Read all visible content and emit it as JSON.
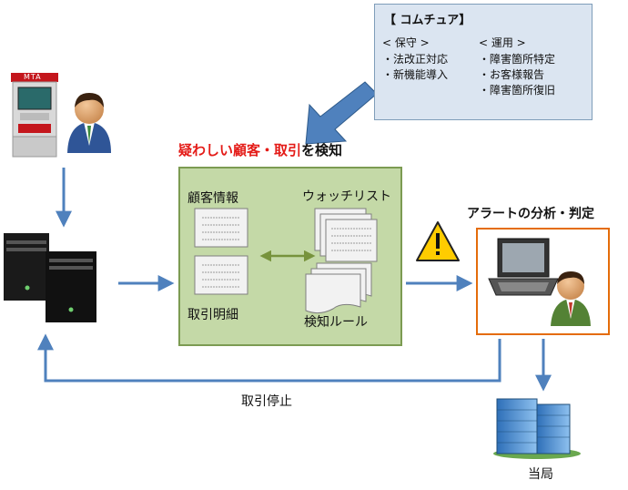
{
  "info_box": {
    "title": "【 コムチュア】",
    "maintenance_heading": "< 保守 >",
    "maintenance_items": [
      "・法改正対応",
      "・新機能導入"
    ],
    "operation_heading": "< 運用 >",
    "operation_items": [
      "・障害箇所特定",
      "・お客様報告",
      "・障害箇所復旧"
    ]
  },
  "headline": {
    "highlight": "疑わしい顧客・取引",
    "rest": "を検知"
  },
  "detection": {
    "customer_info": "顧客情報",
    "transaction_detail": "取引明細",
    "watchlist": "ウォッチリスト",
    "detection_rules": "検知ルール"
  },
  "alert_title": "アラートの分析・判定",
  "atm_sign": "MTA",
  "stop_label": "取引停止",
  "authority_label": "当局",
  "colors": {
    "flow_arrow": "#4f81bd",
    "box_fill": "#c4d9a7",
    "box_border": "#7c9b52",
    "alert_border": "#e46c0a",
    "headline_red": "#e41b17",
    "info_fill": "#dbe5f1"
  }
}
